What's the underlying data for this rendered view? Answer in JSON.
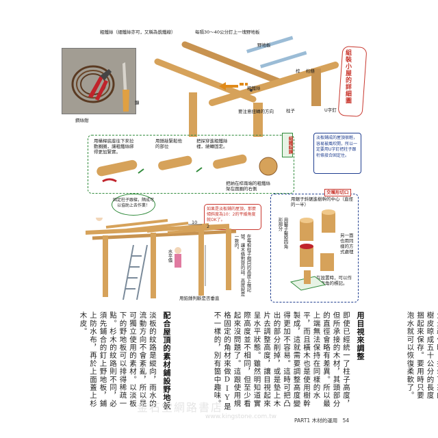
{
  "top": {
    "wire_label": "粗鐵絲（細鐵絲亦可，又稱為銑鐵線）",
    "cutter_label": "鋼絲鉗",
    "knife_label": "鐮",
    "spacing_label": "每隔30〜40公分釘上一塊野地板",
    "board_label": "野地板",
    "beam_label": "桁條",
    "tie_label": "椊",
    "wire_label2": "粗鐵絲",
    "direction_label": "要注意扭轉的方向",
    "post_label": "柱子",
    "u_nail_label": "U字釘",
    "title": "組裝小屋的詳細圖",
    "blue_note": "淡板鋪成的屋頂很輕，容易被風吹開，所以一定要用U字釘把柱子跟桁條接合固定住。"
  },
  "green": {
    "tag": "細鐵線鍊",
    "step1": "用橫桿底座往下來拉動圈圈，讓粗鐵絲綁得更加緊實。",
    "step2": "用錘敲緊鬆他的部位",
    "step3": "把探穿進粗鐵絲裡，繞轉固定。",
    "step4": "把納在椊兩端的粗鐵絲架在圓圈的右側"
  },
  "middle": {
    "bubble": "固定柱子跟樑，隔成可以協助上去作業！",
    "pink_note": "如果是淡板鋪的屋頂，那麼傾斜度為10：2的平緩角度就OK了。",
    "ratio_10": "10",
    "ratio_2": "2",
    "level_label": "水平儀",
    "plumb_label": "用鉛錘判斷是否垂直",
    "col_note": "在每根柱子相同的高度上做記號，讓木條對齊的話，高度就是一致的。"
  },
  "blue": {
    "tag": "交嘴形切口",
    "top_note": "用鋸子斜鋸進樹幹的中心（直徑的一半）",
    "left_note": "用鑿子鑿掉四角形部分",
    "right_note": "另一面也用同樣的方式處理",
    "bottom_note": "在設置時，可以作為真角的標記。"
  },
  "body": {
    "col1": "下來，不妨在採伐新柴的大量疏伐時，把剝下來的樹皮晾成五十公分的長度捆起來保存。要用時只要泡水就可以恢復柔軟了。",
    "heading1": "用目視來調整",
    "col2": "即使已經統一了柱子高度，但所承接的木材，其頭部分的直徑會略有差異。所以最上端無法保持在同樣的水平，而且橫木也是使用樹幹製成，這就需要調整高度變得更加不容易。這時可把凸出的部分削掉，或是墊上木片去調整高度，讓目視起來呈水平狀態。雖然明知道實際高度並不相同，但至少看起來沒問題了。這跟使用規格固定的角材來做DIY是不一樣的，別有箇中趣味。",
    "heading2": "配合屋頂的素材鋪設野地板",
    "col3": "淡板的紋路是縱向，雨水的流動方向不會紊亂，所以是可獨立使用的素材。以淡板下的野地板可以排得稀疏一點。杉木的紋路則不同，必須先鋪合的釘上野地板，鋪上防水布，再於上面蓋上杉木皮。"
  },
  "footer": {
    "text": "PART1 木材的運用　54",
    "watermark": "金石堂網路書店",
    "watermark_url": "www.kingstone.com.tw"
  }
}
